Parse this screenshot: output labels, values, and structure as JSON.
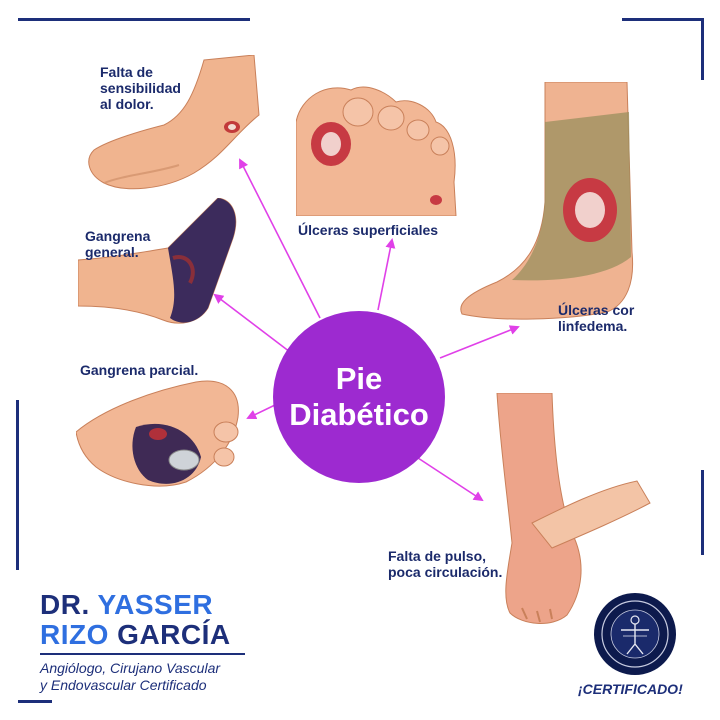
{
  "center": {
    "line1": "Pie",
    "line2": "Diabético"
  },
  "labels": {
    "sensibilidad": [
      "Falta de",
      "sensibilidad",
      "al dolor."
    ],
    "ulceras_superficiales": "Úlceras superficiales",
    "gangrena_general": [
      "Gangrena",
      "general."
    ],
    "ulceras_linfedema": [
      "Úlceras cor",
      "linfedema."
    ],
    "gangrena_parcial": "Gangrena parcial.",
    "falta_pulso": [
      "Falta de pulso,",
      "poca circulación."
    ]
  },
  "doctor": {
    "prefix": "DR.",
    "first_name": "YASSER",
    "last_name_1": "RIZO",
    "last_name_2": "GARCÍA",
    "subtitle_line1": "Angiólogo, Cirujano Vascular",
    "subtitle_line2": "y Endovascular Certificado"
  },
  "badge": "¡CERTIFICADO!",
  "colors": {
    "hub": "#9d2ad0",
    "arrows": "#e040e8",
    "navy": "#1d2f7a",
    "accent_blue": "#2f6fe0"
  }
}
